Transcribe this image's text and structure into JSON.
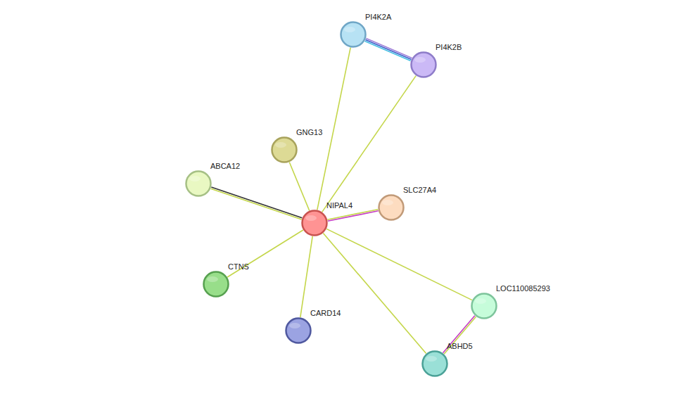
{
  "diagram": {
    "nodes": [
      {
        "text": [
          "PI4K2A"
        ]
      },
      {
        "text": [
          "PI4K2B"
        ]
      },
      {
        "text": [
          "GNG13"
        ]
      },
      {
        "text": [
          "ABCA12"
        ]
      },
      {
        "text": [
          "SLC27A4"
        ]
      },
      {
        "text": [
          "NIPAL4"
        ]
      },
      {
        "text": [
          "CTNS"
        ]
      },
      {
        "text": [
          "LOC110085293"
        ]
      },
      {
        "text": [
          "CARD14"
        ]
      },
      {
        "text": [
          "ABHD5"
        ]
      }
    ],
    "edges": [
      {
        "from": 0,
        "to": 1,
        "arrow": "none"
      },
      {
        "from": 5,
        "to": 0,
        "arrow": "none"
      },
      {
        "from": 5,
        "to": 1,
        "arrow": "none"
      },
      {
        "from": 5,
        "to": 2,
        "arrow": "none"
      },
      {
        "from": 5,
        "to": 3,
        "arrow": "none"
      },
      {
        "from": 5,
        "to": 4,
        "arrow": "none"
      },
      {
        "from": 5,
        "to": 6,
        "arrow": "none"
      },
      {
        "from": 5,
        "to": 8,
        "arrow": "none"
      },
      {
        "from": 5,
        "to": 7,
        "arrow": "none"
      },
      {
        "from": 5,
        "to": 9,
        "arrow": "none"
      },
      {
        "from": 7,
        "to": 9,
        "arrow": "none"
      }
    ]
  }
}
